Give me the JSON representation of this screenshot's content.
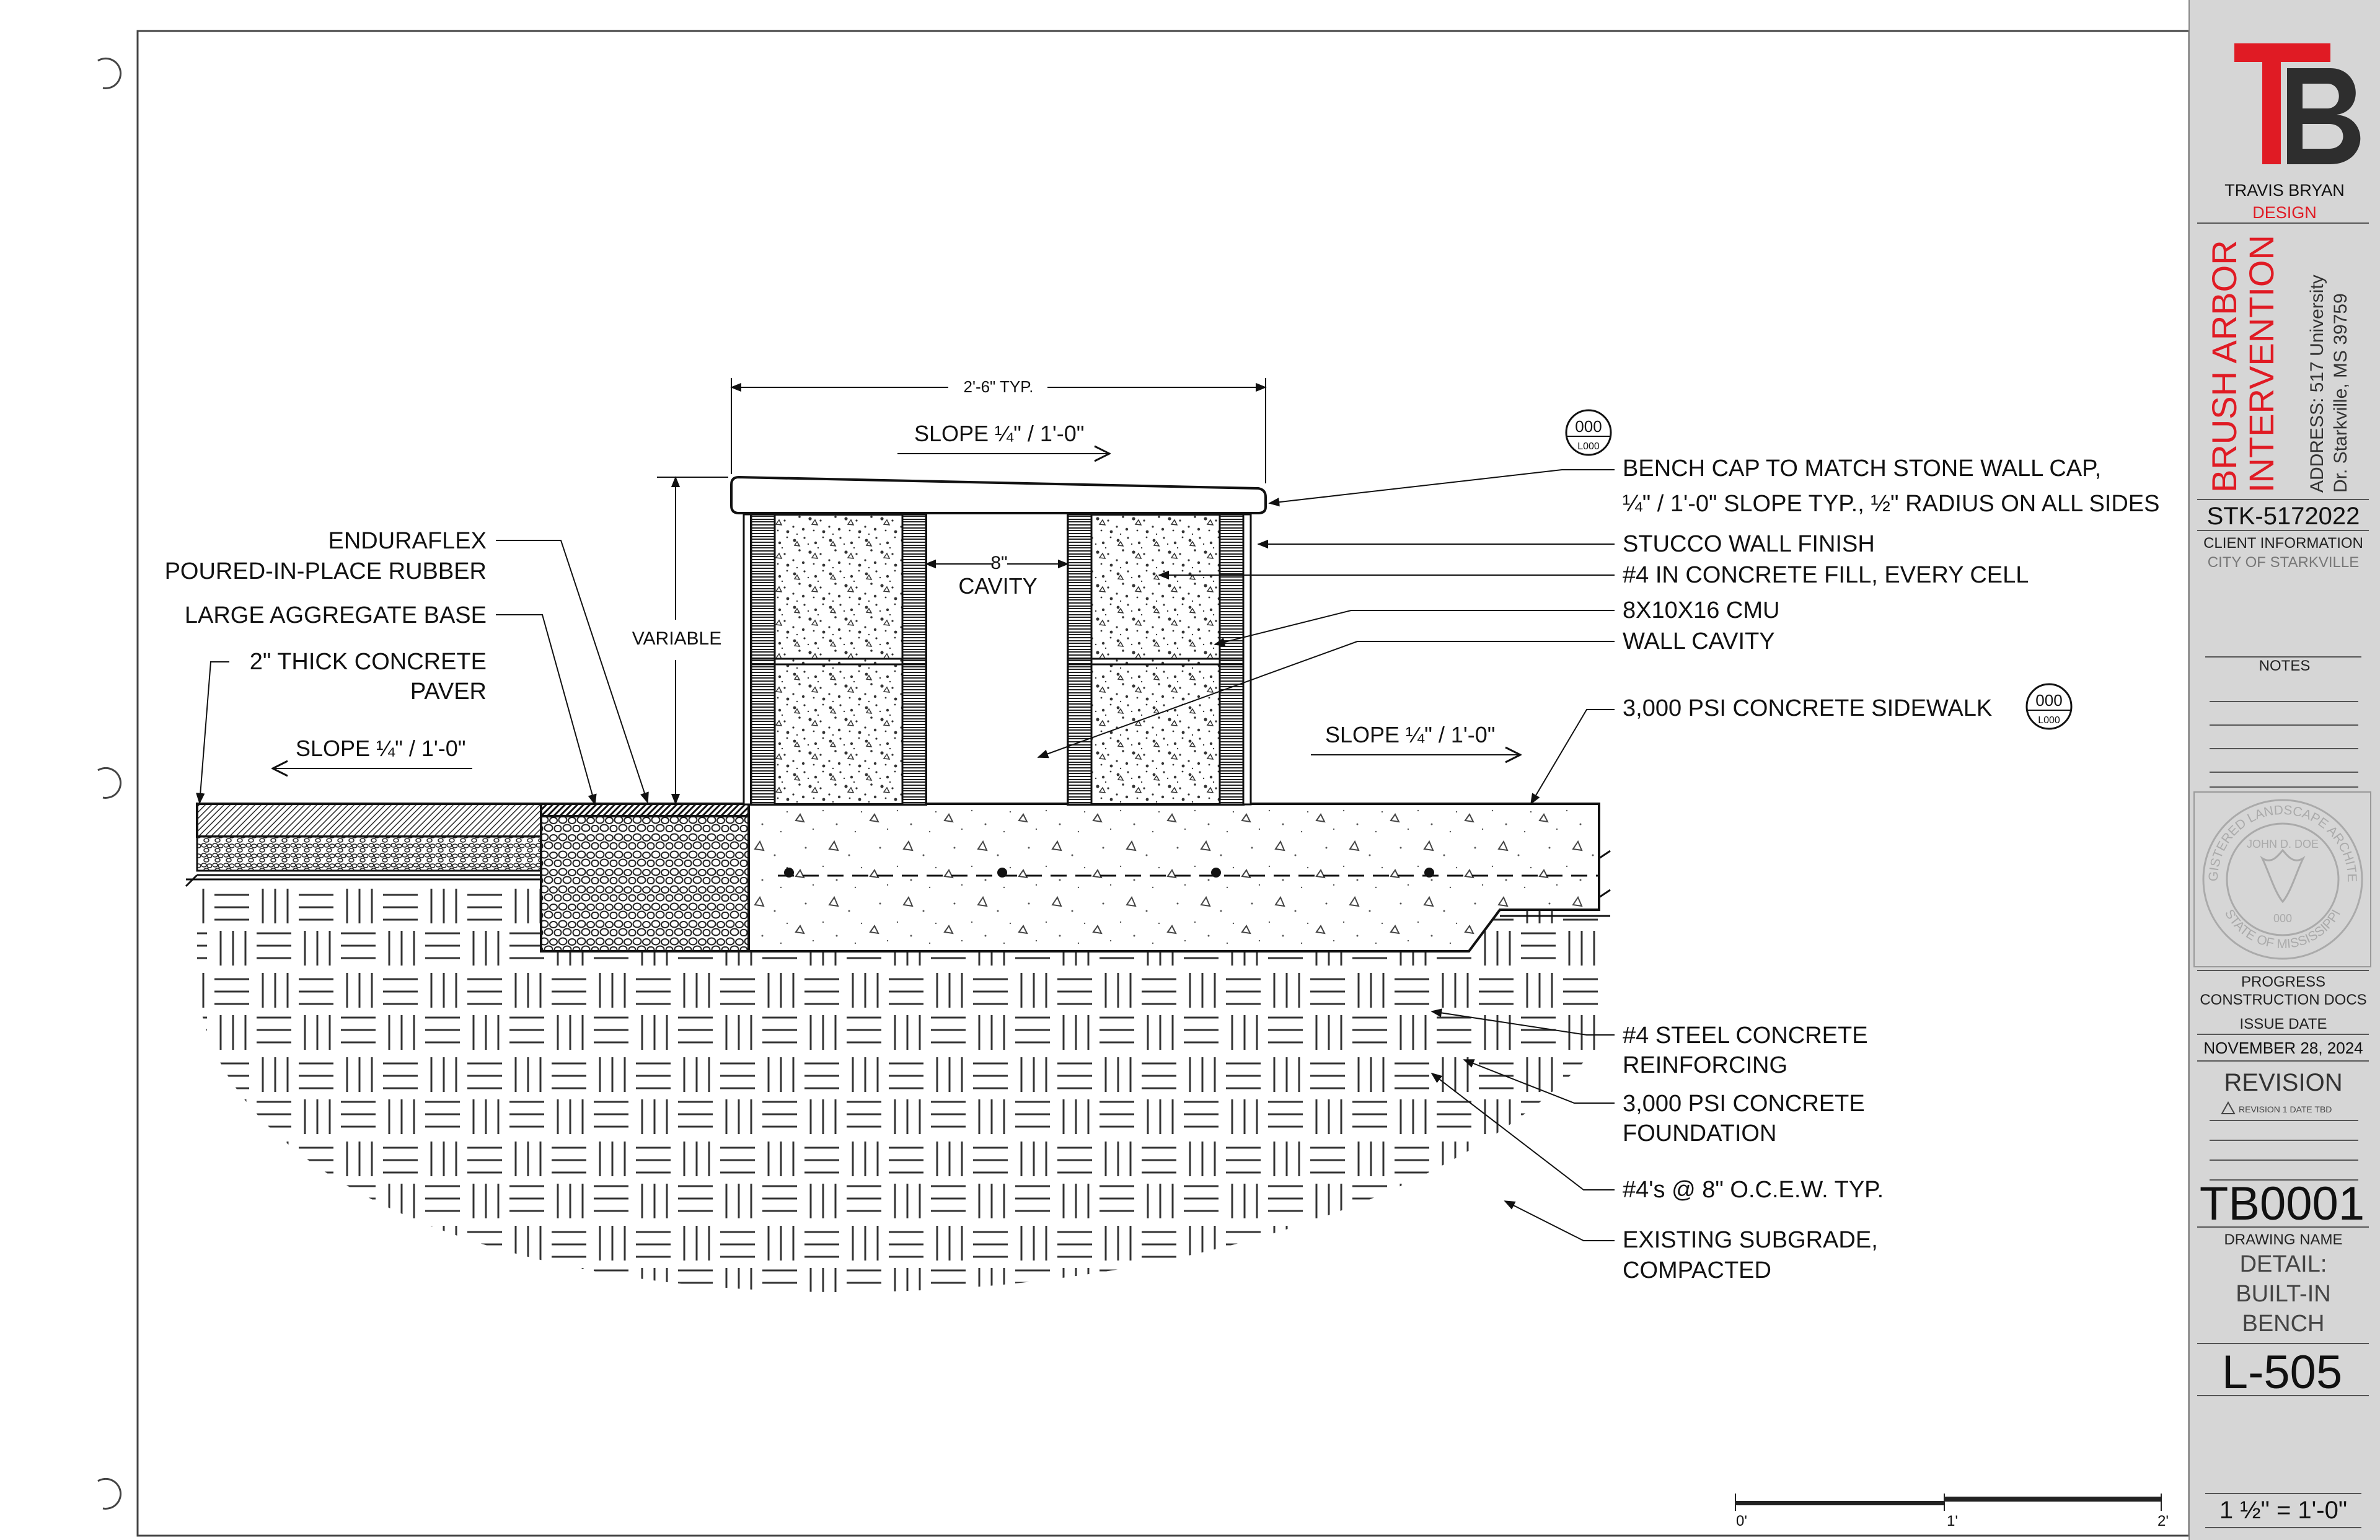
{
  "drawing": {
    "dimensions": {
      "typ_width": "2'-6\" TYP.",
      "variable": "VARIABLE",
      "cavity_dim": "8\"",
      "cavity_label": "CAVITY"
    },
    "slopes": {
      "top": "SLOPE ¼\" / 1'-0\"",
      "left": "SLOPE ¼\" / 1'-0\"",
      "right": "SLOPE ¼\" / 1'-0\""
    },
    "left_notes": {
      "rubber_1": "ENDURAFLEX",
      "rubber_2": "POURED-IN-PLACE RUBBER",
      "aggregate": "LARGE AGGREGATE BASE",
      "paver_1": "2\" THICK CONCRETE",
      "paver_2": "PAVER"
    },
    "right_notes": {
      "cap_1": "BENCH CAP TO MATCH STONE WALL CAP,",
      "cap_2": "¼\" / 1'-0\" SLOPE TYP., ½\" RADIUS ON ALL SIDES",
      "stucco": "STUCCO WALL FINISH",
      "fill": "#4 IN CONCRETE FILL, EVERY CELL",
      "cmu": "8X10X16 CMU",
      "cavity": "WALL CAVITY",
      "sidewalk": "3,000 PSI CONCRETE SIDEWALK",
      "steel_1": "#4 STEEL CONCRETE",
      "steel_2": "REINFORCING",
      "foundation_1": "3,000 PSI CONCRETE",
      "foundation_2": "FOUNDATION",
      "ocew": "#4's @ 8\" O.C.E.W. TYP.",
      "subgrade_1": "EXISTING SUBGRADE,",
      "subgrade_2": "COMPACTED"
    },
    "callouts": {
      "top_num": "000",
      "top_ref": "L000",
      "sidewalk_num": "000",
      "sidewalk_ref": "L000"
    },
    "scale_bar": {
      "zero": "0'",
      "one": "1'",
      "two": "2'"
    }
  },
  "title_block": {
    "firm_1": "TRAVIS BRYAN",
    "firm_2": "DESIGN",
    "project_1": "BRUSH ARBOR",
    "project_2": "INTERVENTION",
    "address_1": "ADDRESS: 517 University",
    "address_2": "Dr. Starkville, MS 39759",
    "project_number": "STK-5172022",
    "client_label": "CLIENT INFORMATION",
    "client_name": "CITY OF STARKVILLE",
    "notes_label": "NOTES",
    "seal_text_1": "REGISTERED LANDSCAPE ARCHITECT",
    "seal_text_2": "JOHN D. DOE",
    "seal_text_3": "STATE OF MISSISSIPPI",
    "seal_num": "000",
    "status_1": "PROGRESS",
    "status_2": "CONSTRUCTION DOCS",
    "issue_label": "ISSUE DATE",
    "issue_date": "NOVEMBER 28, 2024",
    "revision_label": "REVISION",
    "revision_1": "REVISION 1  DATE TBD",
    "sheet_id": "TB0001",
    "drawing_name_label": "DRAWING NAME",
    "drawing_name_1": "DETAIL:",
    "drawing_name_2": "BUILT-IN",
    "drawing_name_3": "BENCH",
    "sheet_number": "L-505",
    "scale": "1 ½\" = 1'-0\""
  },
  "colors": {
    "accent": "#e01b24",
    "title_bg": "#d6d6d6",
    "ink": "#111111"
  }
}
